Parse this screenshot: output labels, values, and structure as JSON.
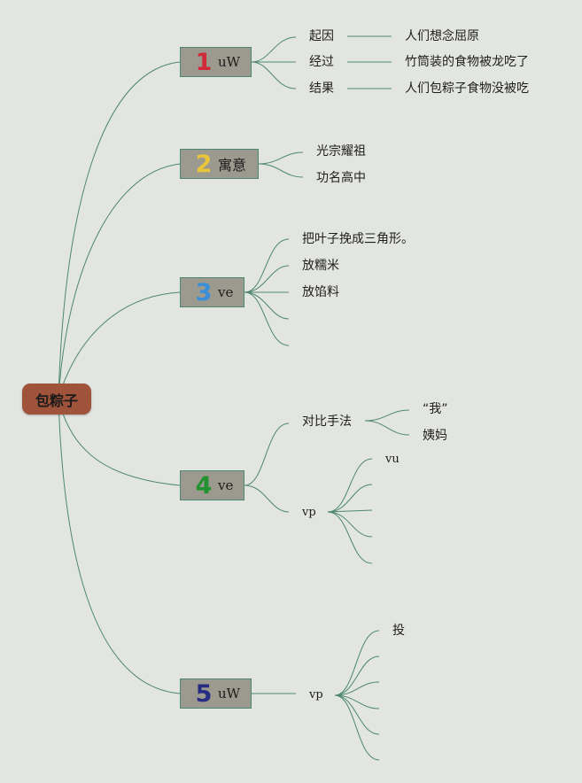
{
  "root": {
    "label": "包粽子"
  },
  "branches": [
    {
      "number": "1",
      "color": "#d12a3a",
      "label": "uW",
      "children": [
        {
          "label": "起因",
          "detail": "人们想念屈原"
        },
        {
          "label": "经过",
          "detail": "竹筒装的食物被龙吃了"
        },
        {
          "label": "结果",
          "detail": "人们包粽子食物没被吃"
        }
      ]
    },
    {
      "number": "2",
      "color": "#e8c53a",
      "label": "寓意",
      "children": [
        {
          "label": "光宗耀祖"
        },
        {
          "label": "功名高中"
        }
      ]
    },
    {
      "number": "3",
      "color": "#3a8fd6",
      "label": "ve",
      "children": [
        {
          "label": "把叶子挽成三角形。"
        },
        {
          "label": "放糯米"
        },
        {
          "label": "放馅料"
        },
        {
          "label": ""
        },
        {
          "label": ""
        }
      ]
    },
    {
      "number": "4",
      "color": "#21922f",
      "label": "ve",
      "children": [
        {
          "label": "对比手法",
          "children": [
            {
              "label": "“我”"
            },
            {
              "label": "姨妈"
            }
          ]
        },
        {
          "label": "vp",
          "children": [
            {
              "label": "vu"
            },
            {
              "label": ""
            },
            {
              "label": ""
            },
            {
              "label": ""
            },
            {
              "label": ""
            }
          ]
        }
      ]
    },
    {
      "number": "5",
      "color": "#252c82",
      "label": "uW",
      "children": [
        {
          "label": "vp",
          "children": [
            {
              "label": "投"
            },
            {
              "label": ""
            },
            {
              "label": ""
            },
            {
              "label": ""
            },
            {
              "label": ""
            },
            {
              "label": ""
            }
          ]
        }
      ]
    }
  ],
  "colors": {
    "background": "#e3e5e1",
    "root_fill": "#a0533b",
    "branch_fill": "#9c9a8e",
    "line": "#4d8773"
  }
}
